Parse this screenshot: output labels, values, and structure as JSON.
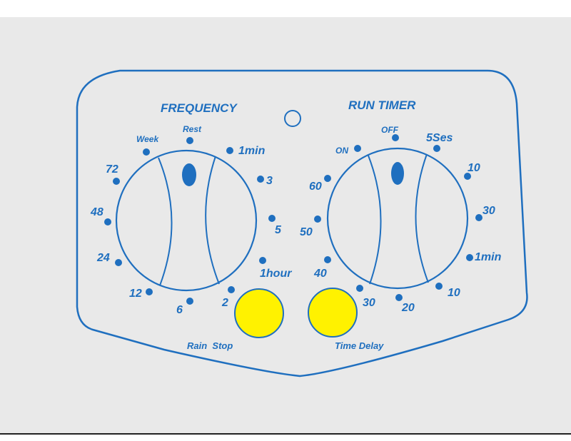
{
  "colors": {
    "accent": "#1f6fbf",
    "panel_bg": "#e9e9e9",
    "button": "#fff200"
  },
  "frequency": {
    "title": "FREQUENCY",
    "labels": {
      "week": "Week",
      "rest": "Rest",
      "one_min": "1min",
      "three": "3",
      "five": "5",
      "one_hour": "1hour",
      "two": "2",
      "six": "6",
      "twelve": "12",
      "twenty_four": "24",
      "forty_eight": "48",
      "seventy_two": "72"
    }
  },
  "run_timer": {
    "title": "RUN TIMER",
    "labels": {
      "on": "ON",
      "off": "OFF",
      "five_ses": "5Ses",
      "ten_a": "10",
      "thirty_a": "30",
      "one_min": "1min",
      "ten_b": "10",
      "twenty": "20",
      "thirty_b": "30",
      "forty": "40",
      "fifty": "50",
      "sixty": "60"
    }
  },
  "buttons": {
    "rain_stop": "Rain  Stop",
    "time_delay": "Time Delay"
  }
}
